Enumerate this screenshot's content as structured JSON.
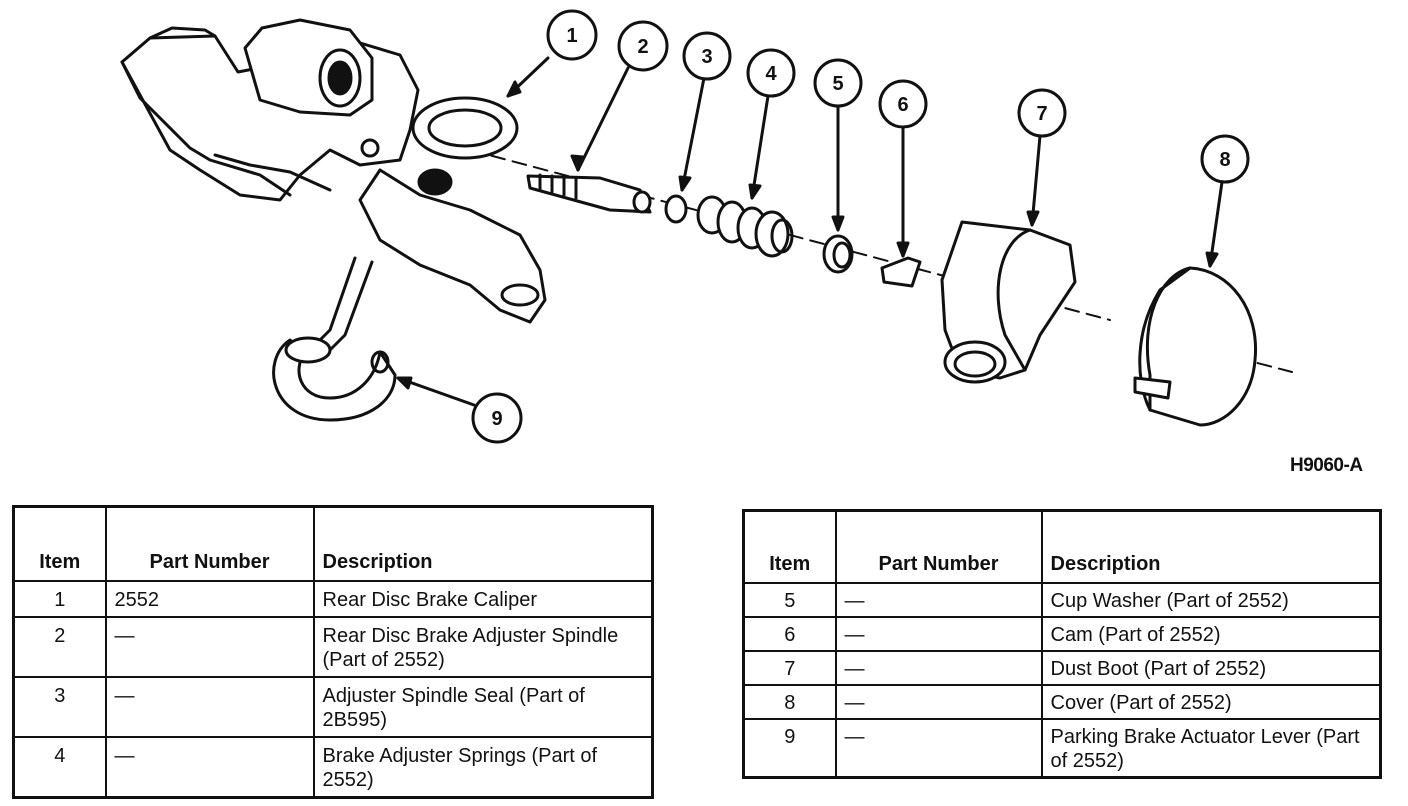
{
  "figure_id": "H9060-A",
  "callouts": [
    "1",
    "2",
    "3",
    "4",
    "5",
    "6",
    "7",
    "8",
    "9"
  ],
  "table_headers": {
    "item": "Item",
    "part_number": "Part Number",
    "description": "Description"
  },
  "table_left": [
    {
      "item": "1",
      "part_number": "2552",
      "description": "Rear Disc Brake Caliper"
    },
    {
      "item": "2",
      "part_number": "—",
      "description": "Rear Disc Brake Adjuster Spindle (Part of 2552)"
    },
    {
      "item": "3",
      "part_number": "—",
      "description": "Adjuster Spindle Seal (Part of 2B595)"
    },
    {
      "item": "4",
      "part_number": "—",
      "description": "Brake Adjuster Springs (Part of 2552)"
    }
  ],
  "table_right": [
    {
      "item": "5",
      "part_number": "—",
      "description": "Cup Washer (Part of 2552)"
    },
    {
      "item": "6",
      "part_number": "—",
      "description": "Cam (Part of 2552)"
    },
    {
      "item": "7",
      "part_number": "—",
      "description": "Dust Boot (Part of 2552)"
    },
    {
      "item": "8",
      "part_number": "—",
      "description": "Cover (Part of 2552)"
    },
    {
      "item": "9",
      "part_number": "—",
      "description": "Parking Brake Actuator Lever (Part of 2552)"
    }
  ]
}
